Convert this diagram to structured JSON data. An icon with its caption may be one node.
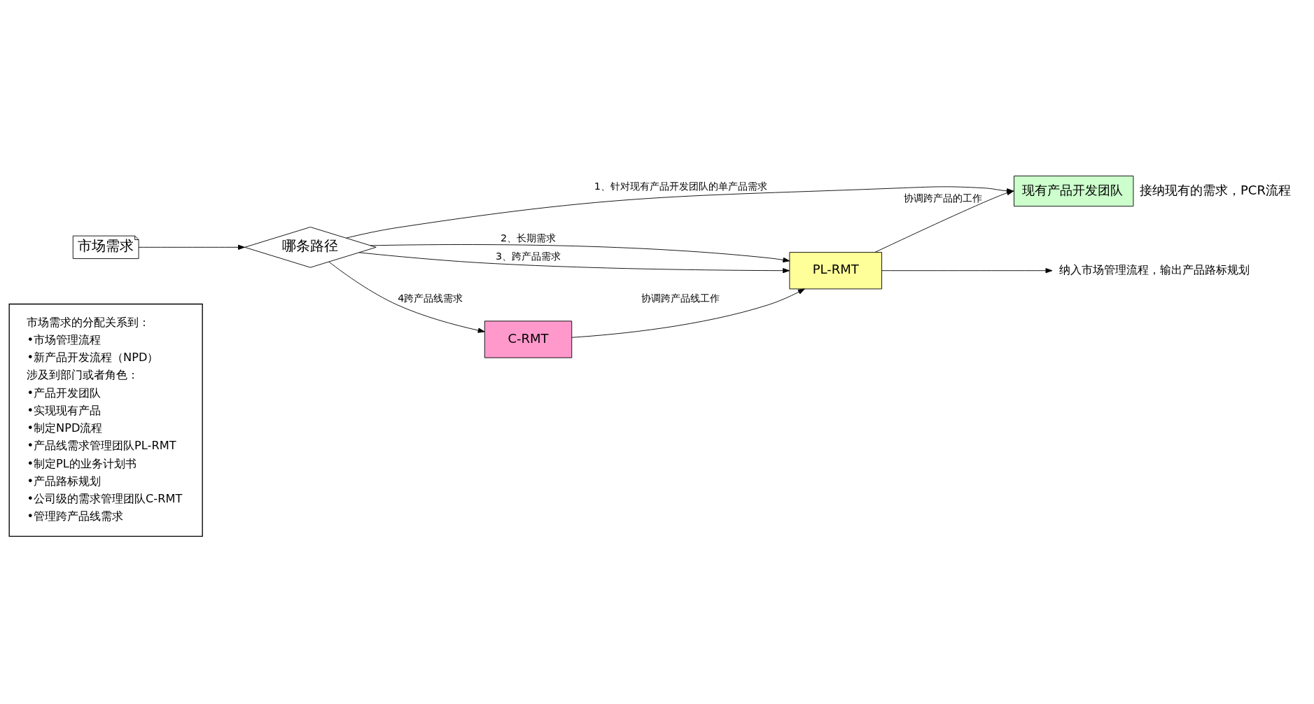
{
  "diagram": {
    "nodes": [
      {
        "text": [
          "市场需求"
        ]
      },
      {
        "text": [
          "哪条路径"
        ]
      },
      {
        "text": [
          "现有产品开发团队"
        ],
        "beside": [
          "接纳现有的需求，PCR流程"
        ]
      },
      {
        "text": [
          "PL-RMT"
        ]
      },
      {
        "text": [
          "C-RMT"
        ]
      },
      {
        "text": [
          "市场需求的分配关系到：",
          "•市场管理流程",
          "•新产品开发流程（NPD）",
          "涉及到部门或者角色：",
          "•产品开发团队",
          "•实现现有产品",
          "•制定NPD流程",
          "•产品线需求管理团队PL-RMT",
          "•制定PL的业务计划书",
          "•产品路标规划",
          "•公司级的需求管理团队C-RMT",
          "•管理跨产品线需求"
        ]
      },
      {
        "text": [
          "纳入市场管理流程，输出产品路标规划"
        ]
      }
    ],
    "edges": [
      {
        "from": 0,
        "to": 1,
        "arrow": "to"
      },
      {
        "from": 1,
        "to": 2,
        "arrow": "to",
        "label": "1、针对现有产品开发团队的单产品需求"
      },
      {
        "from": 1,
        "to": 3,
        "arrow": "to",
        "label": "2、长期需求"
      },
      {
        "from": 1,
        "to": 3,
        "arrow": "to",
        "label": "3、跨产品需求"
      },
      {
        "from": 1,
        "to": 4,
        "arrow": "to",
        "label": "4跨产品线需求"
      },
      {
        "from": 3,
        "to": 2,
        "arrow": "to",
        "label": "协调跨产品的工作"
      },
      {
        "from": 4,
        "to": 3,
        "arrow": "to",
        "label": "协调跨产品线工作"
      },
      {
        "from": 3,
        "to": 6,
        "arrow": "to"
      }
    ]
  }
}
